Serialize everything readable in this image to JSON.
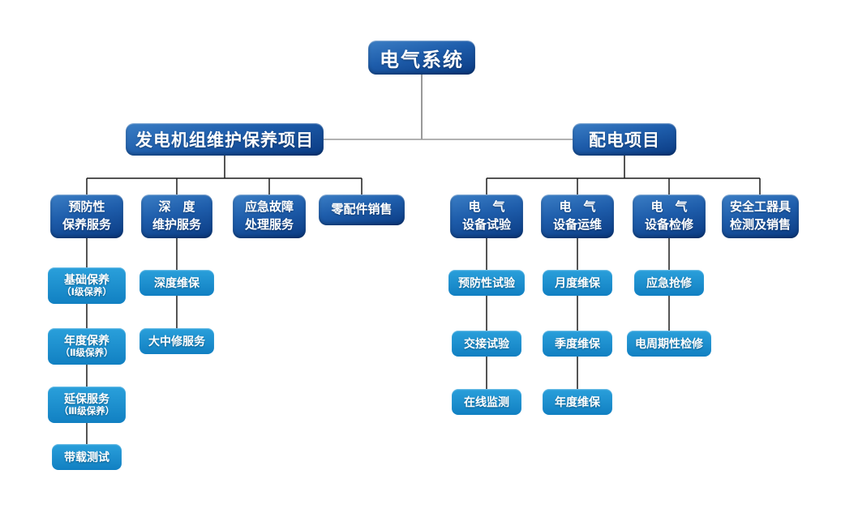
{
  "colors": {
    "dark_node_top": "#3b7ec5",
    "dark_node_bottom": "#0a3a82",
    "light_node_top": "#2aa0db",
    "light_node_bottom": "#1180c2",
    "connector_dark": "#1c1c1c",
    "connector_gray": "#999999",
    "text": "#ffffff",
    "background": "#ffffff"
  },
  "tree": {
    "root": {
      "label": "电气系统"
    },
    "left": {
      "label": "发电机组维护保养项目",
      "children": [
        {
          "line1": "预防性",
          "line2": "保养服务"
        },
        {
          "line1": "深　度",
          "line2": "维护服务"
        },
        {
          "line1": "应急故障",
          "line2": "处理服务"
        },
        {
          "label": "零配件销售"
        }
      ],
      "col1_leaves": [
        {
          "line1": "基础保养",
          "line2": "（Ⅰ级保养）"
        },
        {
          "line1": "年度保养",
          "line2": "（Ⅱ级保养）"
        },
        {
          "line1": "延保服务",
          "line2": "（Ⅲ级保养）"
        },
        {
          "label": "带载测试"
        }
      ],
      "col2_leaves": [
        {
          "label": "深度维保"
        },
        {
          "label": "大中修服务"
        }
      ]
    },
    "right": {
      "label": "配电项目",
      "children": [
        {
          "line1": "电　气",
          "line2": "设备试验"
        },
        {
          "line1": "电　气",
          "line2": "设备运维"
        },
        {
          "line1": "电　气",
          "line2": "设备检修"
        },
        {
          "line1": "安全工器具",
          "line2": "检测及销售"
        }
      ],
      "col1_leaves": [
        {
          "label": "预防性试验"
        },
        {
          "label": "交接试验"
        },
        {
          "label": "在线监测"
        }
      ],
      "col2_leaves": [
        {
          "label": "月度维保"
        },
        {
          "label": "季度维保"
        },
        {
          "label": "年度维保"
        }
      ],
      "col3_leaves": [
        {
          "label": "应急抢修"
        },
        {
          "label": "电周期性检修"
        }
      ]
    }
  }
}
